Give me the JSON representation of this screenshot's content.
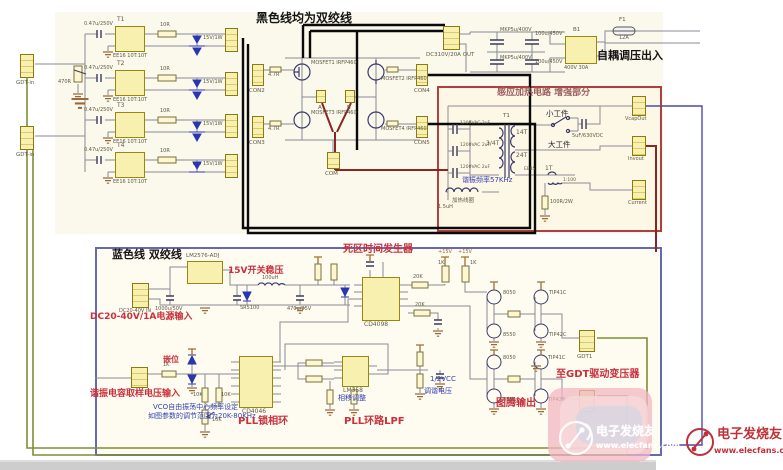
{
  "colors": {
    "wire": "#8a8a96",
    "black_wire": "#0a0a0a",
    "red_wire": "#8a2525",
    "green_wire": "#7d8f35",
    "blue_wire": "#4a4aa8",
    "box_fill": "#f7f0ae",
    "box_border": "#97860f",
    "induction_border": "#b04040",
    "control_border": "#6668b0",
    "accent_red": "#c8303c",
    "accent_blue": "#3342b4",
    "logo_red": "#c03038"
  },
  "notes": {
    "black_twisted": "黑色线均为双绞线",
    "autotransformer_io": "自耦调压出入",
    "induction_title": "感应加热电路 增强部分",
    "blue_twisted": "蓝色线 双绞线",
    "dead_time": "死区时间发生器",
    "reg_15v": "15V开关稳压",
    "power_input": "DC20-40V/1A电源输入",
    "clamp": "嵌位",
    "resonant_sample": "谐振电容取样电压输入",
    "vco_line1": "VCO自由振荡中心频率设定",
    "vco_line2": "如图参数的调节范围为20K-80KHz",
    "pll": "PLL锁相环",
    "pll_lpf": "PLL环路LPF",
    "phase_adjust": "相移调整",
    "half_vcc": "1/2VCC",
    "tuning_voltage": "调谐电压",
    "totem_output": "图腾输出",
    "to_gdt": "至GDT驱动变压器",
    "resonant_freq": "谐振频率57KHz",
    "work_small": "小工件",
    "work_large": "大工件",
    "heating_coil": "加热线圈",
    "coil_l": "1.5uH",
    "v15": "+15V"
  },
  "gate_drive": {
    "cap_value": "0.47u/250V",
    "res_value": "10R",
    "zener_value": "15V/1W",
    "transformer_type": "EE16 10T:10T",
    "pot_value": "470R",
    "channels": [
      {
        "ref": "T1"
      },
      {
        "ref": "T2"
      },
      {
        "ref": "T3"
      },
      {
        "ref": "T4"
      }
    ],
    "inputs": [
      {
        "label": "GDT-in"
      },
      {
        "label": "GDT-in"
      }
    ]
  },
  "hbridge": {
    "mosfets": [
      {
        "label": "MOSFET1 IRFP460"
      },
      {
        "label": "MOSFET2 IRFP460"
      },
      {
        "label": "MOSFET3 IRFP460"
      },
      {
        "label": "MOSFET4 IRFP460"
      }
    ],
    "gate_res": "4.7R",
    "con_left_top": "CON2",
    "con_left_bot": "CON3",
    "con_right_top": "CON4",
    "con_right_bot": "CON5",
    "mid_a": "A",
    "mid_b": "B",
    "com": "COM",
    "dc_connector": "DC310V/20A OUT"
  },
  "dc_bus": {
    "c1": "MKP5u/400V",
    "c2": "MKP5u/400V",
    "c3": "100u/450V",
    "c4": "100u/450V",
    "bridge_ref": "B1",
    "bridge": "400V 30A",
    "fuse_ref": "F1",
    "fuse": "12A"
  },
  "induction": {
    "tank_caps": [
      {
        "value": "1200VAC 2uF"
      },
      {
        "value": "1200VAC 2uF"
      },
      {
        "value": "1200VAC 2uF"
      }
    ],
    "t_ref": "T1",
    "primary": "3/4T",
    "sec_top": "14T",
    "sec_bot": "24T",
    "core": "EE85",
    "cap_work": "5uF/630VDC",
    "ct_prim": "1T",
    "ct_ratio": "1:100",
    "ct_res": "100R/2W",
    "j1": "VcapOut",
    "j2": "Invout",
    "j3": "Current"
  },
  "psu": {
    "ic": "LM2576-ADJ",
    "conn": "DC20-40V IN",
    "diode": "SR5100",
    "ind": "100uH",
    "cap_in": "1000u/50V",
    "cap_out": "470u/25V"
  },
  "deadtime": {
    "ic": "CD4098",
    "r_up": "20K",
    "r_dn": "20K",
    "r10": "1K",
    "r11": "1K"
  },
  "pll": {
    "ic": "CD4046",
    "lpf_ic": "LM358",
    "series_r": "1K",
    "div_r1": "10K",
    "div_r2": "10K",
    "pot": "10K"
  },
  "totem": {
    "q1": "8050",
    "q2": "8550",
    "q3": "TIP41C",
    "q4": "TIP42C",
    "q5": "8050",
    "q6": "8550",
    "q7": "TIP41C",
    "q8": "TIP42C",
    "gdt1": "GDT1",
    "gdt2": "GDT2"
  },
  "watermark": {
    "brand": "电子发烧友",
    "site": "www.elecfans.com"
  }
}
